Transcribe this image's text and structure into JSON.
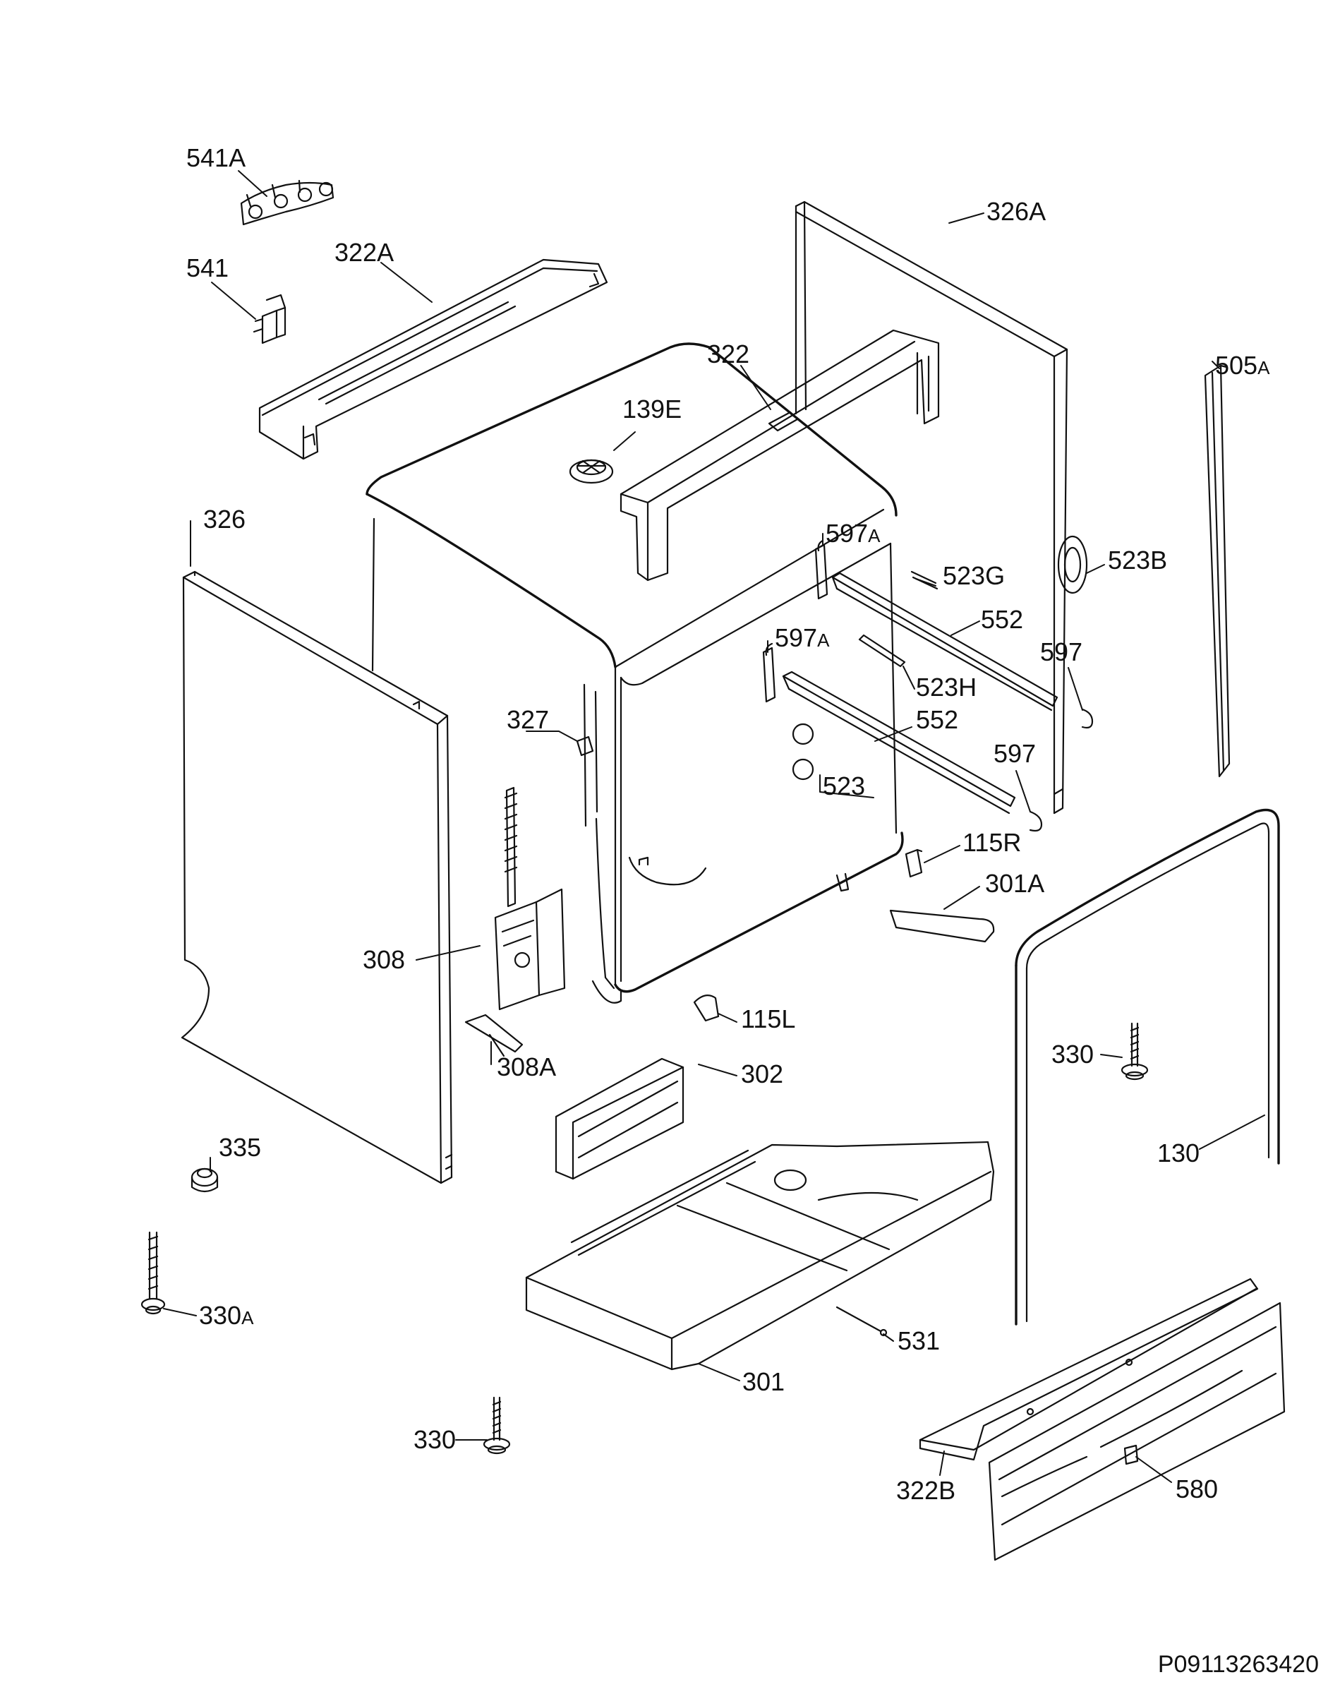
{
  "labels": {
    "p541A": "541A",
    "p541": "541",
    "p322A": "322A",
    "p326A": "326A",
    "p322": "322",
    "p505A": "505",
    "p505A_suffix": "A",
    "p139E": "139E",
    "p326": "326",
    "p597A_1": "597",
    "p597A_1_suffix": "A",
    "p523G": "523G",
    "p523B": "523B",
    "p552_1": "552",
    "p597A_2": "597",
    "p597A_2_suffix": "A",
    "p597_1": "597",
    "p523H": "523H",
    "p327": "327",
    "p552_2": "552",
    "p597_2": "597",
    "p523": "523",
    "p115R": "115R",
    "p301A": "301A",
    "p308": "308",
    "p115L": "115L",
    "p308A": "308A",
    "p302": "302",
    "p330_1": "330",
    "p335": "335",
    "p130": "130",
    "p330A": "330",
    "p330A_suffix": "A",
    "p531": "531",
    "p301": "301",
    "p330_2": "330",
    "p322B": "322B",
    "p580": "580"
  },
  "document_ref": "P09113263420"
}
